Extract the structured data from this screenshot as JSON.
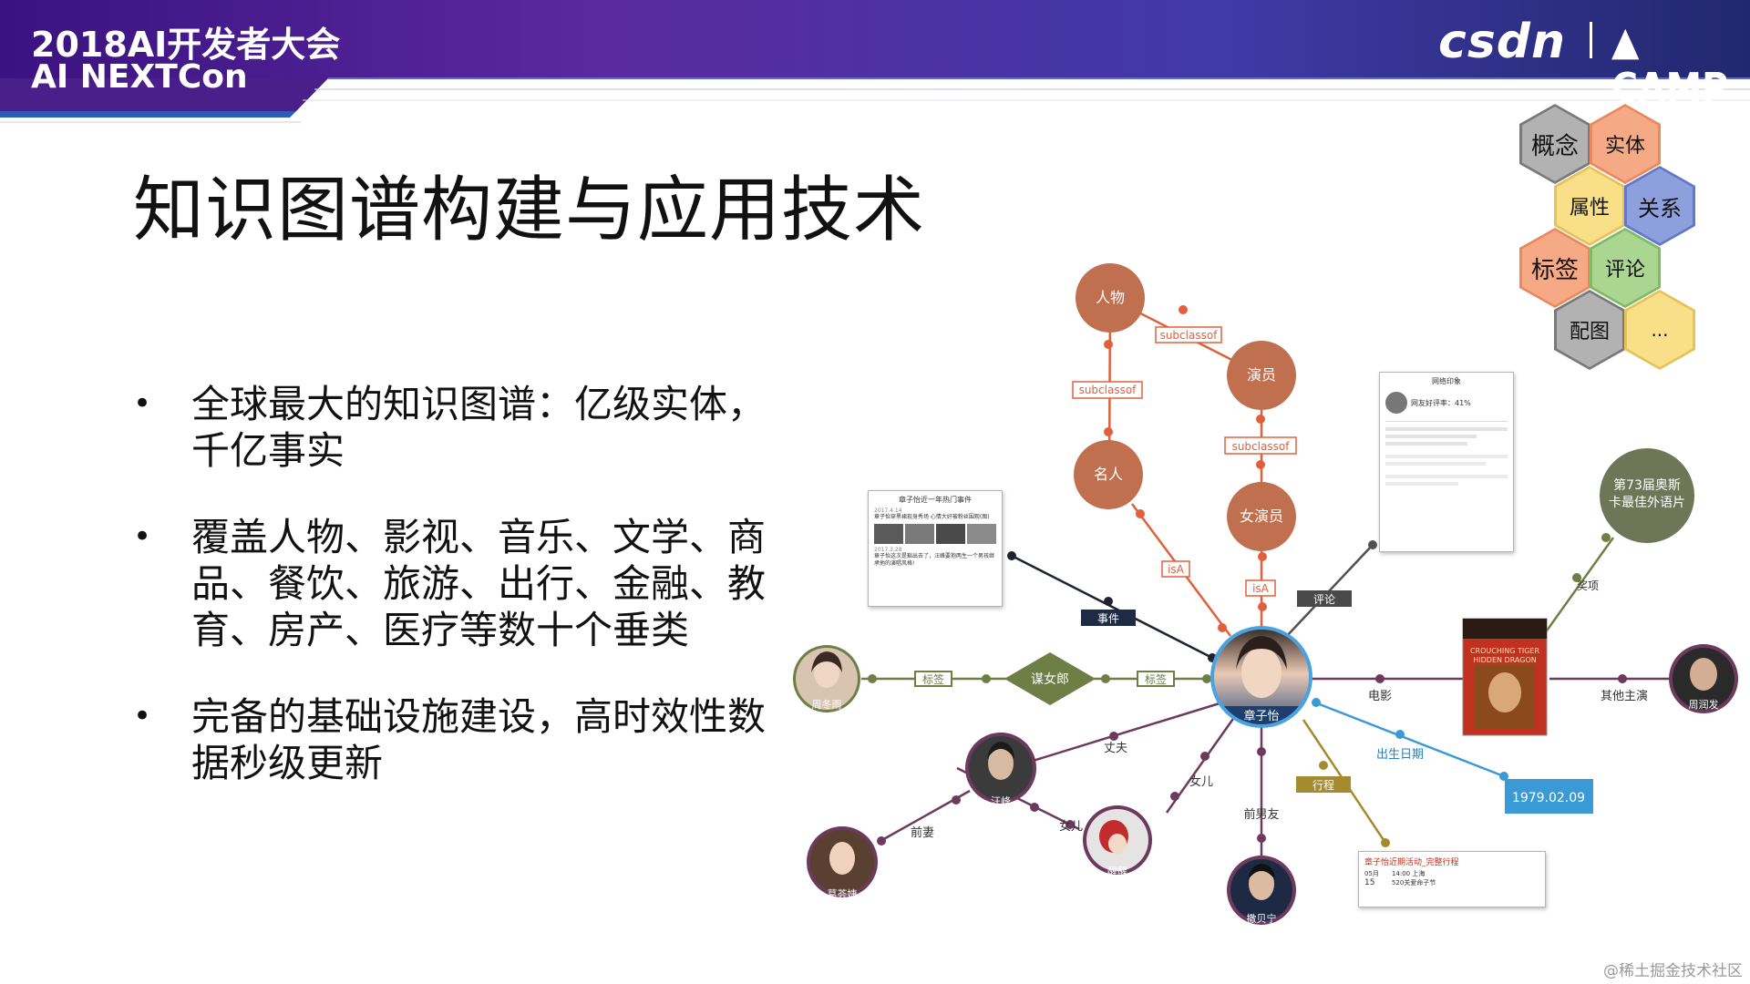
{
  "header": {
    "conference_line1": "2018AI开发者大会",
    "conference_line2": "AI NEXTCon",
    "brand_csdn": "csdn",
    "brand_camp": "CAMP",
    "colors": {
      "deep_purple": "#3b1d7a",
      "purple": "#6a2fa3",
      "accent_blue": "#2a6fd6"
    }
  },
  "title": "知识图谱构建与应用技术",
  "bullets": [
    "全球最大的知识图谱：亿级实体，千亿事实",
    "覆盖人物、影视、音乐、文学、商品、餐饮、旅游、出行、金融、教育、房产、医疗等数十个垂类",
    "完备的基础设施建设，高时效性数据秒级更新"
  ],
  "legend": [
    {
      "label": "概念",
      "color": "#a8a8a8"
    },
    {
      "label": "实体",
      "color": "#f4a37f"
    },
    {
      "label": "属性",
      "color": "#f7dc80"
    },
    {
      "label": "关系",
      "color": "#8597d8"
    },
    {
      "label": "标签",
      "color": "#f4a37f"
    },
    {
      "label": "评论",
      "color": "#a6d38c"
    },
    {
      "label": "配图",
      "color": "#a8a8a8"
    },
    {
      "label": "...",
      "color": "#f7dc80"
    }
  ],
  "graph": {
    "concepts": {
      "person": "人物",
      "actor": "演员",
      "celebrity": "名人",
      "actress": "女演员"
    },
    "relations": {
      "subclassof_1": "subclassof",
      "subclassof_2": "subclassof",
      "subclassof_3": "subclassof",
      "isa_1": "isA",
      "isa_2": "isA",
      "event": "事件",
      "comment": "评论",
      "tag_1": "标签",
      "tag_2": "标签",
      "itinerary": "行程",
      "movie": "电影",
      "other_lead": "其他主演",
      "award": "奖项",
      "birth_date": "出生日期",
      "husband": "丈夫",
      "daughter_1": "女儿",
      "daughter_2": "女儿",
      "ex_wife": "前妻",
      "ex_boyfriend": "前男友"
    },
    "tag_entity": "谋女郎",
    "center_entity": "章子怡",
    "people": {
      "zhou_dongyu": "周冬雨",
      "wang_feng": "汪峰",
      "ge_huijie": "葛荟婕",
      "xingxing": "醒醒",
      "huo_shaoning": "撒贝宁",
      "zhou_runfa": "周润发"
    },
    "award_node": "第73届奥斯卡最佳外语片",
    "birth_value": "1979.02.09",
    "colors": {
      "concept": "#c0704f",
      "relation_box": "#e0603c",
      "dark_label": "#3a3a3a",
      "tag_green": "#6e7f45",
      "purple_edge": "#6b3a5d",
      "blue": "#3a9ad6",
      "olive": "#6d7757"
    }
  },
  "cards": {
    "events": {
      "title": "章子怡近一年热门事件",
      "date1": "2017.4.14",
      "text1": "章子怡穿黑裙现身秀场 心情大好被粉丝围观(图)",
      "date2": "2017.3.28",
      "text2": "章子怡这次是豁出去了，汪峰要抱两生一个男孩继承他的演唱风格!"
    },
    "comments": {
      "title": "网络印象",
      "rate": "网友好评率：41%"
    },
    "itinerary": {
      "title": "章子怡近期活动_完整行程",
      "month": "05月",
      "day": "15",
      "time": "14:00 上海",
      "event": "520关爱命子节"
    }
  },
  "watermark": "@稀土掘金技术社区"
}
